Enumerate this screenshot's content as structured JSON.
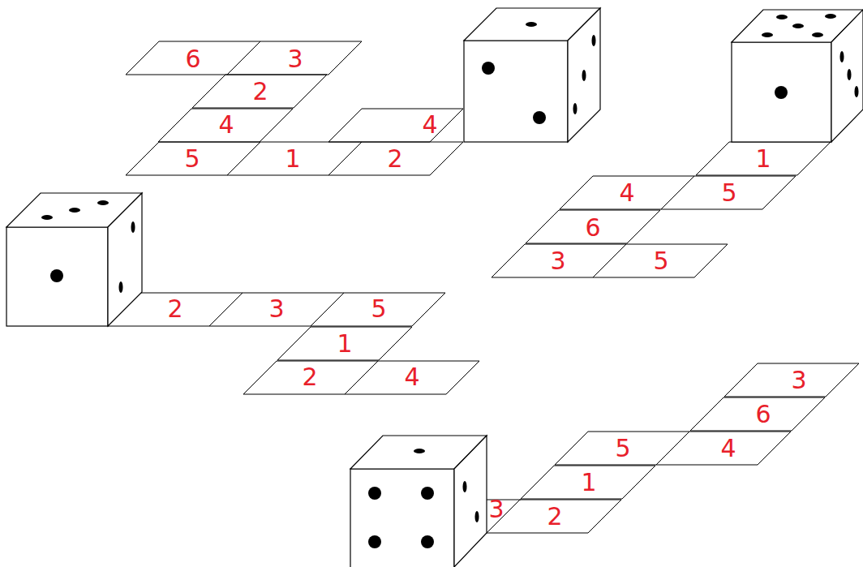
{
  "diagram": {
    "labels": [
      "6",
      "3",
      "2",
      "4",
      "5",
      "1",
      "2",
      "4",
      "1",
      "4",
      "5",
      "6",
      "3",
      "5",
      "2",
      "3",
      "5",
      "1",
      "2",
      "4",
      "3",
      "6",
      "4",
      "5",
      "1",
      "2",
      "3"
    ]
  }
}
